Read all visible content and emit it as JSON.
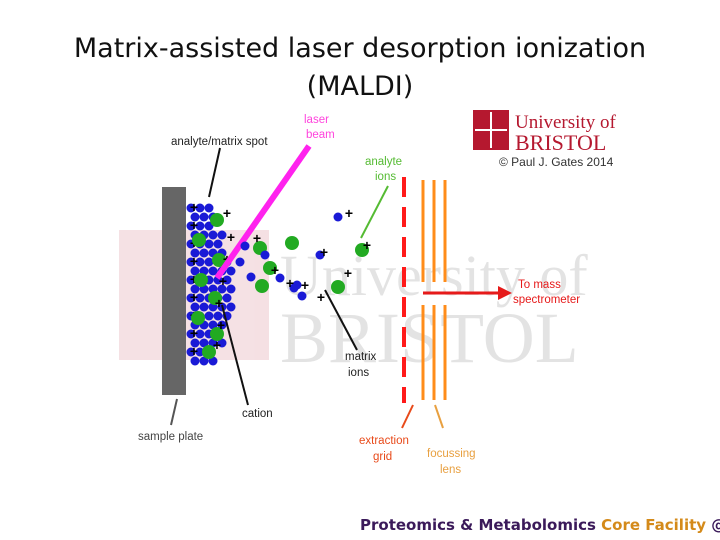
{
  "slide": {
    "title_line1": "Matrix-assisted laser desorption ionization",
    "title_line2": "(MALDI)"
  },
  "figure": {
    "labels": {
      "analyte_matrix_spot": "analyte/matrix spot",
      "laser_beam_1": "laser",
      "laser_beam_2": "beam",
      "analyte_ions_1": "analyte",
      "analyte_ions_2": "ions",
      "to_mass_1": "To mass",
      "to_mass_2": "spectrometer",
      "matrix_ions_1": "matrix",
      "matrix_ions_2": "ions",
      "cation": "cation",
      "sample_plate": "sample plate",
      "extraction_grid_1": "extraction",
      "extraction_grid_2": "grid",
      "focussing_lens_1": "focussing",
      "focussing_lens_2": "lens"
    },
    "logo": {
      "line1": "University of",
      "line2": "BRISTOL",
      "copyright": "© Paul J. Gates 2014"
    },
    "watermark": {
      "line1": "University of",
      "line2": "BRISTOL"
    },
    "colors": {
      "plate": "#666666",
      "matrix": "#1a1ad6",
      "analyte": "#22aa22",
      "laser": "#ff22ee",
      "grid": "#ff1a1a",
      "lens": "#ff8c1a",
      "analyte_label": "#55bb33",
      "laser_label": "#ff44dd",
      "grid_label": "#e84a1a",
      "lens_label": "#e8a040",
      "logo": "#b5182f"
    }
  },
  "footer": {
    "part1": "Proteomics & Metabolomics",
    "part2": "Core Facility",
    "part3": "@"
  }
}
